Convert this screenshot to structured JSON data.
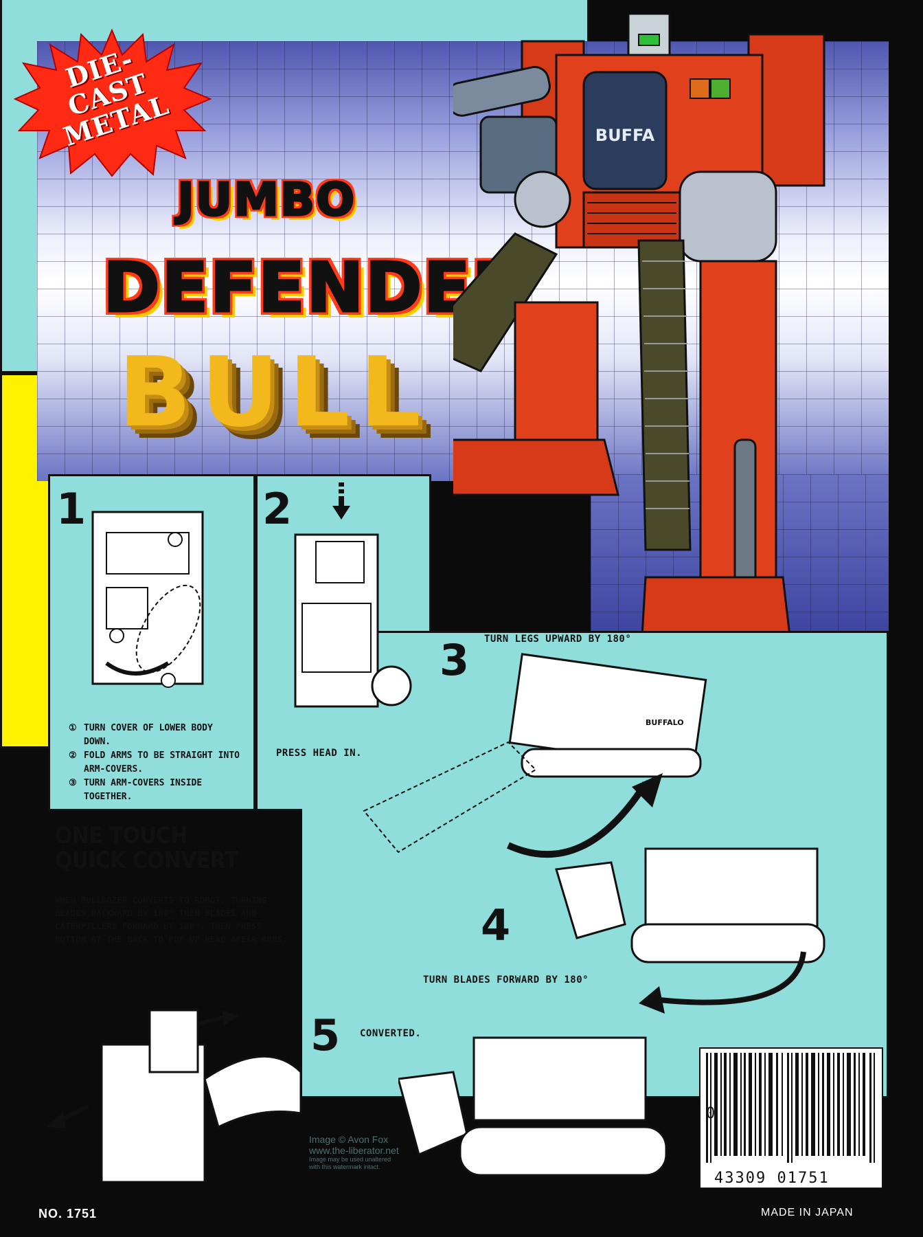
{
  "badge": {
    "line1": "DIE-CAST",
    "line2": "METAL"
  },
  "title": {
    "line1": "JUMBO",
    "line2": "DEFENDER",
    "line3": "BULL"
  },
  "robot_chest_label": "BUFFA",
  "steps": {
    "step1": {
      "number": "1",
      "items": [
        {
          "marker": "①",
          "text": "TURN COVER OF LOWER BODY DOWN."
        },
        {
          "marker": "②",
          "text": "FOLD ARMS TO BE STRAIGHT INTO ARM-COVERS."
        },
        {
          "marker": "③",
          "text": "TURN ARM-COVERS INSIDE TOGETHER."
        }
      ]
    },
    "step2": {
      "number": "2",
      "caption": "PRESS HEAD IN."
    },
    "step3": {
      "number": "3",
      "caption": "TURN LEGS UPWARD BY 180°"
    },
    "step4": {
      "number": "4",
      "caption": "TURN BLADES FORWARD BY 180°"
    },
    "step5": {
      "number": "5",
      "caption": "CONVERTED."
    }
  },
  "quick_convert": {
    "title_line1": "ONE TOUCH",
    "title_line2": "QUICK CONVERT",
    "body": "WHEN BULLDOZER CONVERTS TO ROBOT, TURNING BLADES BACKWARD BY 180° THEN BLADES AND CATERPILLERS FORWARD BY 180°, THEN PRESS BUTTON AT THE BACK TO POP UP HEAD APEAR ARMS."
  },
  "dozer_label": "BUFFALO",
  "barcode": {
    "lead_digit": "0",
    "digits": "43309 01751"
  },
  "footer": {
    "product_number": "NO. 1751",
    "origin": "MADE IN JAPAN"
  },
  "watermark": {
    "line1": "Image © Avon Fox",
    "line2": "www.the-liberator.net",
    "line3": "Image may be used unaltered",
    "line4": "with this watermark intact."
  },
  "colors": {
    "panel_teal": "#8fdedc",
    "panel_yellow": "#fff200",
    "robot_red": "#e0401c",
    "title_gold": "#f3b81c"
  }
}
